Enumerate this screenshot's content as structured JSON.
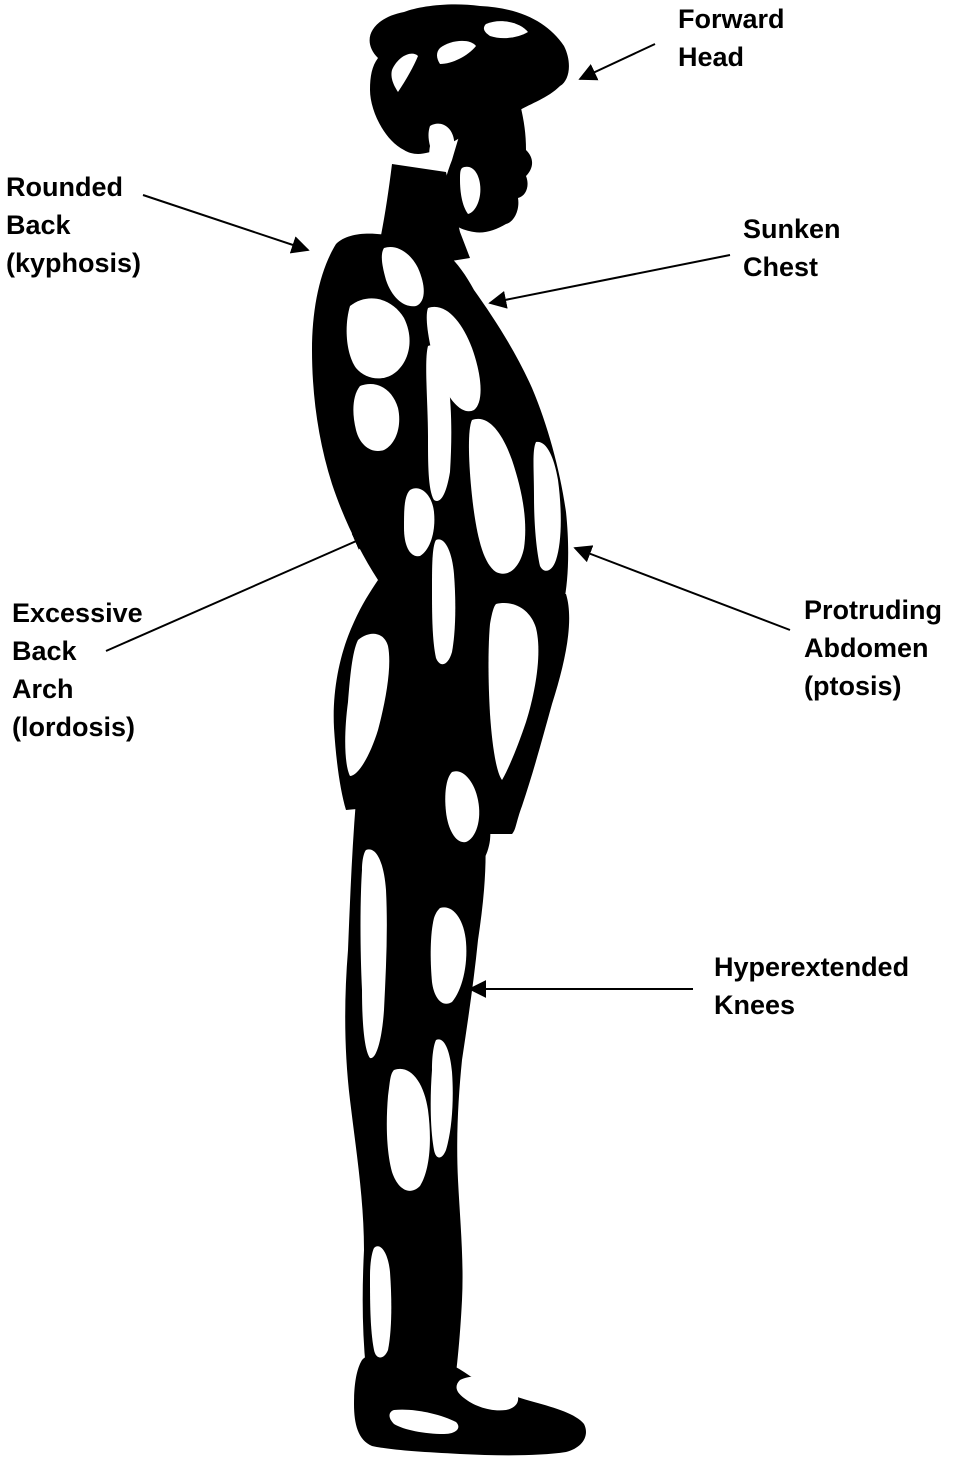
{
  "labels": {
    "forward_head": {
      "line1": "Forward",
      "line2": "Head"
    },
    "rounded_back": {
      "line1": "Rounded",
      "line2": "Back",
      "line3": "(kyphosis)"
    },
    "sunken_chest": {
      "line1": "Sunken",
      "line2": "Chest"
    },
    "excessive_back_arch": {
      "line1": "Excessive",
      "line2": "Back",
      "line3": "Arch",
      "line4": "(lordosis)"
    },
    "protruding_abdomen": {
      "line1": "Protruding",
      "line2": "Abdomen",
      "line3": "(ptosis)"
    },
    "hyperextended_knees": {
      "line1": "Hyperextended",
      "line2": "Knees"
    }
  },
  "colors": {
    "ink": "#000000",
    "highlight": "#ffffff",
    "background": "#ffffff"
  }
}
